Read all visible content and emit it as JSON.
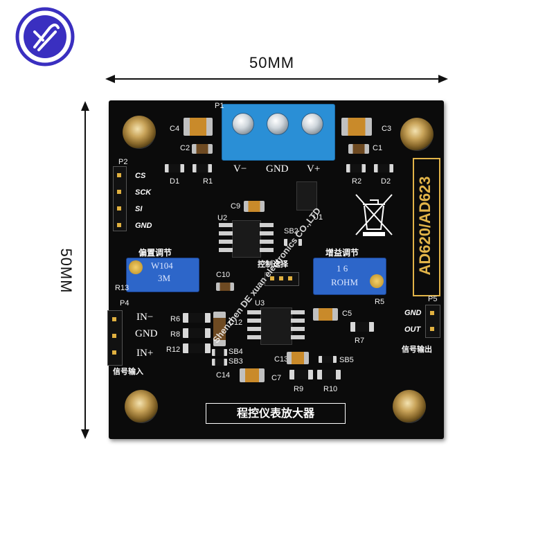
{
  "dimensions": {
    "width_label": "50MM",
    "height_label": "50MM"
  },
  "board": {
    "terminal_labels": {
      "vminus": "V−",
      "gnd": "GND",
      "vplus": "V+"
    },
    "refs": {
      "c4": "C4",
      "c3": "C3",
      "c2": "C2",
      "c1": "C1",
      "d1": "D1",
      "r1": "R1",
      "r2": "R2",
      "d2": "D2",
      "p1": "P1",
      "p2": "P2",
      "p4": "P4",
      "p5": "P5",
      "u2": "U2",
      "u3": "U3",
      "c9": "C9",
      "c10": "C10",
      "c5": "C5",
      "c7": "C7",
      "c12": "C12",
      "c13": "C13",
      "c14": "C14",
      "r5": "R5",
      "r6": "R6",
      "r7": "R7",
      "r8": "R8",
      "r9": "R9",
      "r10": "R10",
      "r12": "R12",
      "r13": "R13",
      "sb2": "SB2",
      "sb3": "SB3",
      "sb4": "SB4",
      "sb5": "SB5",
      "u1": "U1"
    },
    "p2_pins": [
      "CS",
      "SCK",
      "SI",
      "GND"
    ],
    "p4_pins": [
      "IN−",
      "GND",
      "IN+"
    ],
    "p5_pins": [
      "GND",
      "OUT"
    ],
    "offset_adjust": "偏置调节",
    "gain_adjust": "增益调节",
    "channel_select": "控制选择",
    "signal_input": "信号输入",
    "signal_output": "信号输出",
    "chip_label": "AD620/AD623",
    "title": "程控仪表放大器",
    "pot_left_text": [
      "W104",
      "3M"
    ],
    "pot_right_text": [
      "1 6",
      "ROHM"
    ],
    "watermark": "Shenzhen DE xuan electronics CO.,LTD"
  },
  "colors": {
    "board": "#0b0b0b",
    "terminal": "#2a8fd6",
    "potentiometer": "#2d66c9",
    "chip_label": "#e2b449",
    "logo_ring": "#3a2fc0"
  }
}
